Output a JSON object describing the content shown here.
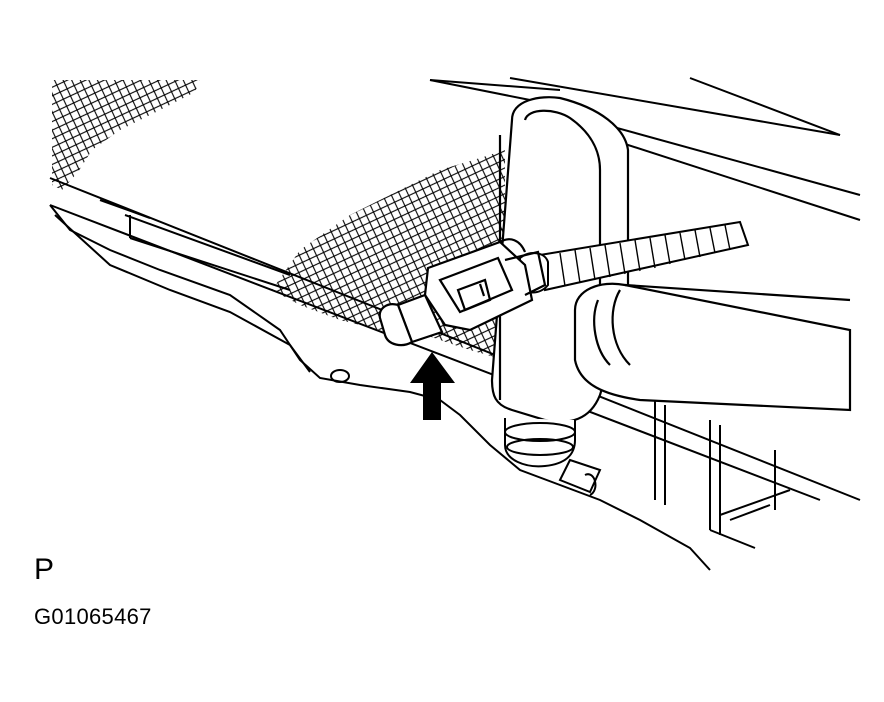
{
  "diagram": {
    "view_label": "P",
    "figure_code": "G01065467",
    "line_color": "#000000",
    "background_color": "#ffffff",
    "parts": [
      "radiator-core",
      "radiator-tank",
      "sensor-connector",
      "wire-harness",
      "radiator-hose",
      "lower-bracket",
      "drain-plug",
      "indicator-arrow-icon"
    ]
  }
}
